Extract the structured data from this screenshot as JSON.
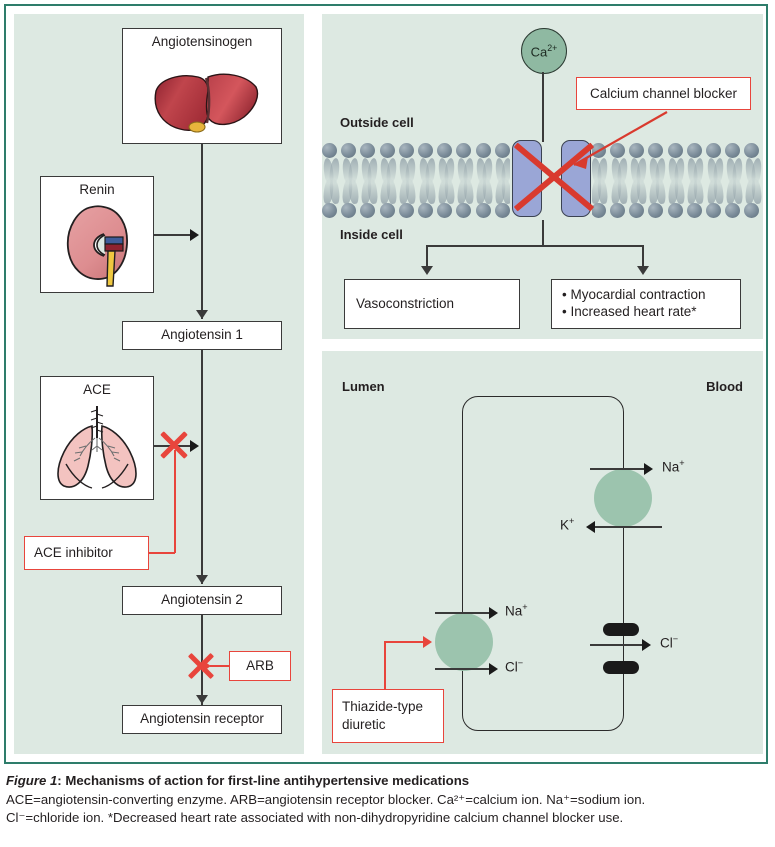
{
  "figure": {
    "caption_title_prefix": "Figure 1",
    "caption_title": ": Mechanisms of action for first-line antihypertensive medications",
    "caption_line2": "ACE=angiotensin-converting enzyme. ARB=angiotensin receptor blocker. Ca²⁺=calcium ion. Na⁺=sodium ion.",
    "caption_line3": "Cl⁻=chloride ion. *Decreased heart rate associated with non-dihydropyridine calcium channel blocker use."
  },
  "colors": {
    "frame_border": "#2e7d6b",
    "panel_background": "#dde9e2",
    "box_border": "#3a3a3a",
    "annotation_red": "#e8453c",
    "x_mark_red": "#d93a2e",
    "ion_green": "#8fb9a2",
    "pump_green": "#9cc4ae",
    "channel_blue": "#9aa6d6",
    "lipid_head": "#7b8c99",
    "text": "#231f20"
  },
  "raas_panel": {
    "name": "renin-angiotensin-aldosterone-system",
    "boxes": {
      "angiotensinogen": "Angiotensinogen",
      "renin": "Renin",
      "ace": "ACE",
      "angiotensin1": "Angiotensin 1",
      "angiotensin2": "Angiotensin 2",
      "angiotensin_receptor": "Angiotensin receptor"
    },
    "organs": {
      "liver": "liver-illustration",
      "kidney": "kidney-illustration",
      "lungs": "lungs-illustration"
    },
    "annotations": {
      "ace_inhibitor": "ACE inhibitor",
      "arb": "ARB"
    }
  },
  "calcium_panel": {
    "name": "calcium-channel-blocker-mechanism",
    "ion": "Ca",
    "ion_charge": "2+",
    "outside_label": "Outside cell",
    "inside_label": "Inside cell",
    "annotation": "Calcium channel blocker",
    "outcomes": {
      "left": "Vasoconstriction",
      "right_items": [
        "• Myocardial contraction",
        "• Increased heart rate*"
      ]
    }
  },
  "nephron_panel": {
    "name": "thiazide-diuretic-mechanism",
    "lumen_label": "Lumen",
    "blood_label": "Blood",
    "annotation_line1": "Thiazide-type",
    "annotation_line2": "diuretic",
    "ions": {
      "na_apical": "Na",
      "na_apical_charge": "+",
      "cl_apical": "Cl",
      "cl_apical_charge": "−",
      "na_basal": "Na",
      "na_basal_charge": "+",
      "k_basal": "K",
      "k_basal_charge": "+",
      "cl_basal": "Cl",
      "cl_basal_charge": "−"
    }
  }
}
